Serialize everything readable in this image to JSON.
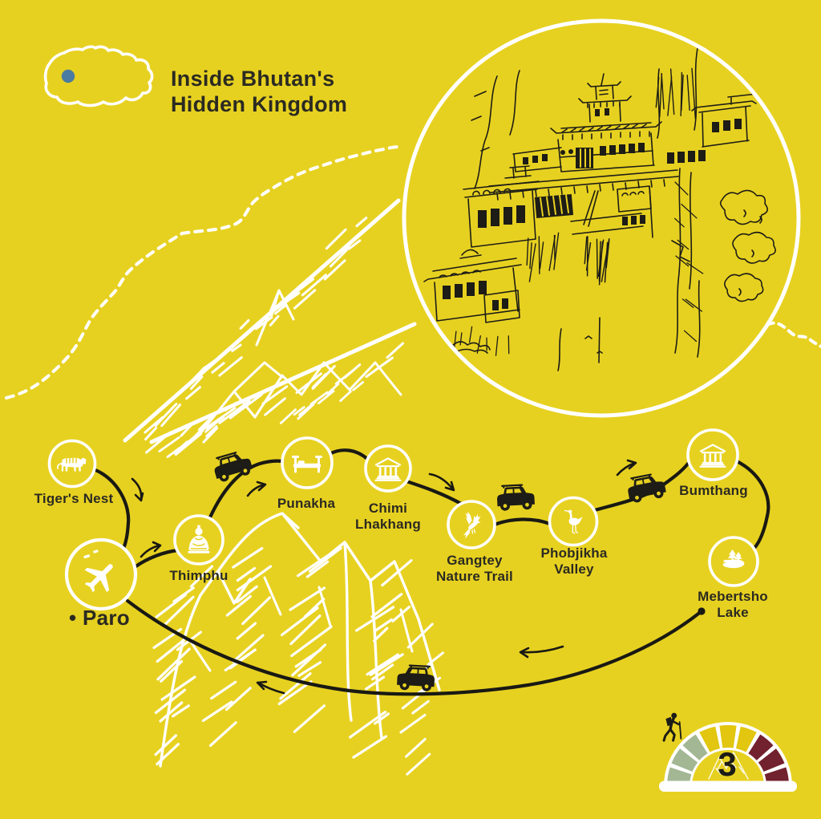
{
  "title": {
    "line1": "Inside Bhutan's",
    "line2": "Hidden Kingdom"
  },
  "legend": {
    "country_outline_icon": "bhutan-map-outline",
    "location_marker_icon": "blue-location-dot"
  },
  "hero": {
    "illustration_icon": "tigers-nest-monastery-ink-sketch"
  },
  "stops": [
    {
      "id": "tigers-nest",
      "label": "Tiger's Nest",
      "icon": "tiger-icon"
    },
    {
      "id": "paro",
      "label": "• Paro",
      "icon": "airplane-icon"
    },
    {
      "id": "thimphu",
      "label": "Thimphu",
      "icon": "buddha-statue-icon"
    },
    {
      "id": "punakha",
      "label": "Punakha",
      "icon": "bed-icon"
    },
    {
      "id": "chimi-lhakhang",
      "label": "Chimi\nLhakhang",
      "icon": "temple-icon"
    },
    {
      "id": "gangtey",
      "label": "Gangtey\nNature Trail",
      "icon": "eagle-icon"
    },
    {
      "id": "phobjikha",
      "label": "Phobjikha\nValley",
      "icon": "crane-icon"
    },
    {
      "id": "bumthang",
      "label": "Bumthang",
      "icon": "temple-icon"
    },
    {
      "id": "mebertsho",
      "label": "Mebertsho\nLake",
      "icon": "lake-with-pines-icon"
    }
  ],
  "route": {
    "vehicle_icon": "jeep-4x4-icon",
    "direction_icon": "hand-drawn-arrow"
  },
  "gauge": {
    "value": "3",
    "icon": "hiker-trekking-icon",
    "segments": [
      "green",
      "green",
      "green",
      "yellow",
      "yellow",
      "yellow",
      "maroon",
      "maroon",
      "maroon"
    ]
  },
  "colors": {
    "background": "#e7d120",
    "ink": "#1d1c16",
    "text": "#2b2a22",
    "route": "#191913",
    "white": "#ffffff",
    "marker_blue": "#4a7ba1",
    "gauge_green": "#a3b794",
    "gauge_yellow": "#e2c60f",
    "gauge_maroon": "#72212e"
  }
}
